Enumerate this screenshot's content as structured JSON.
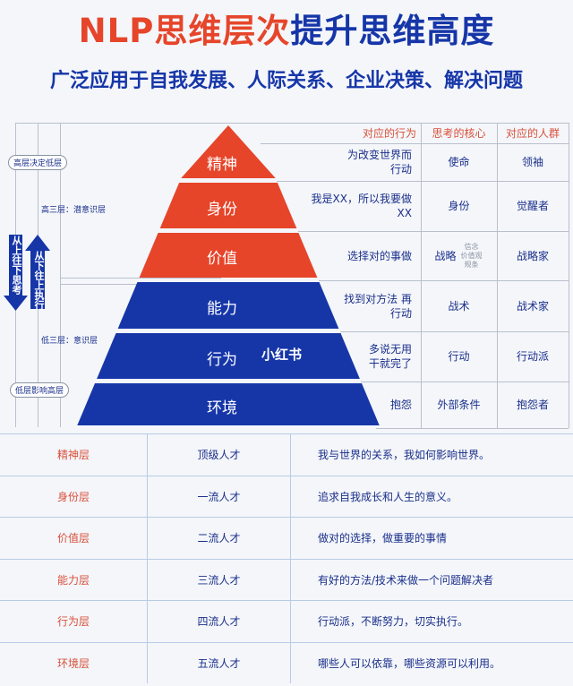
{
  "title": {
    "part1": "NLP思维层次",
    "part2": "提升思维高度"
  },
  "subtitle": "广泛应用于自我发展、人际关系、企业决策、解决问题",
  "side": {
    "top_pill": "高层决定低层",
    "bottom_pill": "低层影响高层",
    "upper_note": "高三层：潜意识层",
    "lower_note": "低三层：意识层",
    "down_arrow": "从上往下思考",
    "up_arrow": "从下往上执行"
  },
  "headers": {
    "behavior": "对应的行为",
    "core": "思考的核心",
    "people": "对应的人群"
  },
  "colors": {
    "red": "#e6452a",
    "blue": "#1636a8"
  },
  "layers": [
    {
      "name": "精神",
      "behavior": "为改变世界而行动",
      "core": "使命",
      "people": "领袖"
    },
    {
      "name": "身份",
      "behavior": "我是XX，所以我要做XX",
      "core": "身份",
      "people": "觉醒者"
    },
    {
      "name": "价值",
      "behavior": "选择对的事做",
      "core": "战略",
      "core_note": "信念 价值观 规条",
      "people": "战略家"
    },
    {
      "name": "能力",
      "behavior": "找到对方法 再行动",
      "core": "战术",
      "people": "战术家"
    },
    {
      "name": "行为",
      "behavior": "多说无用 干就完了",
      "core": "行动",
      "people": "行动派"
    },
    {
      "name": "环境",
      "behavior": "抱怨",
      "core": "外部条件",
      "people": "抱怨者"
    }
  ],
  "watermark": "小红书",
  "table": [
    {
      "level": "精神层",
      "talent": "顶级人才",
      "desc": "我与世界的关系，我如何影响世界。"
    },
    {
      "level": "身份层",
      "talent": "一流人才",
      "desc": "追求自我成长和人生的意义。"
    },
    {
      "level": "价值层",
      "talent": "二流人才",
      "desc": "做对的选择，做重要的事情"
    },
    {
      "level": "能力层",
      "talent": "三流人才",
      "desc": "有好的方法/技术来做一个问题解决者"
    },
    {
      "level": "行为层",
      "talent": "四流人才",
      "desc": "行动派，不断努力，切实执行。"
    },
    {
      "level": "环境层",
      "talent": "五流人才",
      "desc": "哪些人可以依靠，哪些资源可以利用。"
    }
  ]
}
